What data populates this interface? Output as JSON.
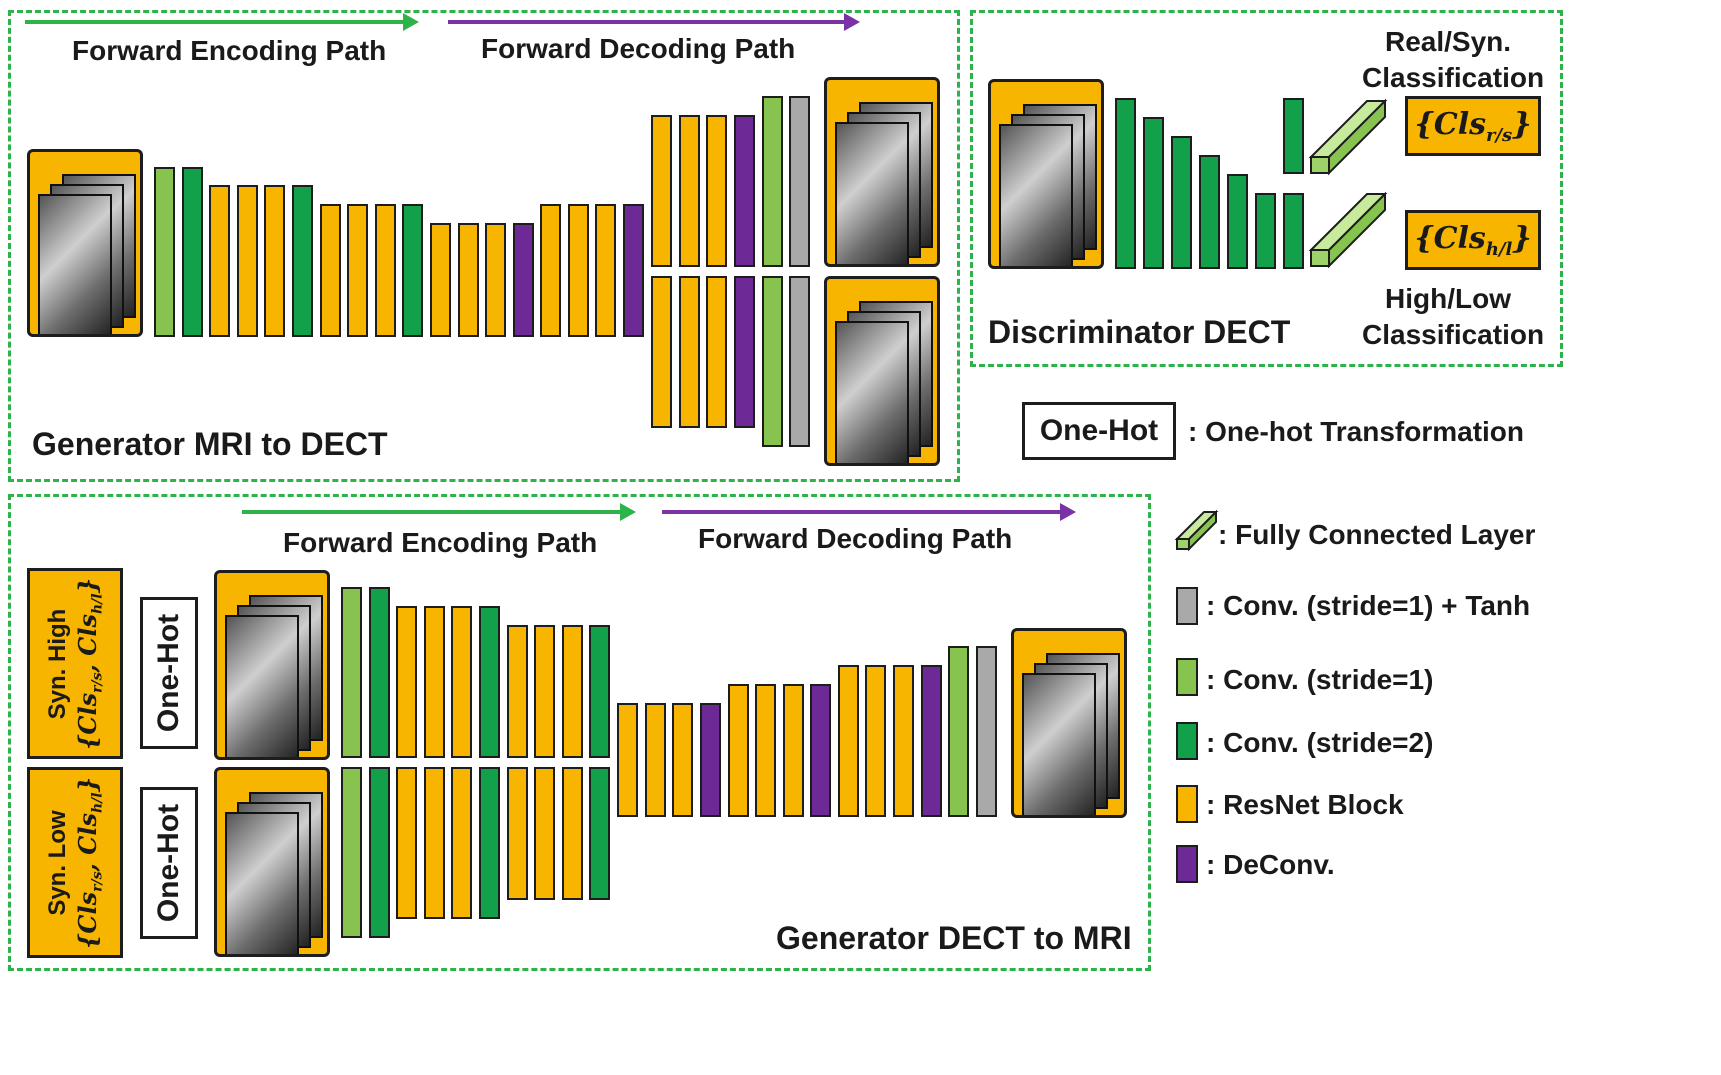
{
  "colors": {
    "panel_border": "#2db34a",
    "encoding_arrow": "#2db34a",
    "decoding_arrow": "#7a33a6",
    "resnet_block": "#f7b500",
    "conv_stride1": "#86c34f",
    "conv_stride2": "#12a04a",
    "deconv": "#6d2a96",
    "conv_tanh": "#a9a9a9",
    "fully_connected": "#9ed36a"
  },
  "gen_mri_to_dect": {
    "title": "Generator MRI to DECT",
    "encoding_label": "Forward Encoding Path",
    "decoding_label": "Forward Decoding Path"
  },
  "discriminator": {
    "title": "Discriminator DECT",
    "real_syn_label_line1": "Real/Syn.",
    "real_syn_label_line2": "Classification",
    "high_low_label_line1": "High/Low",
    "high_low_label_line2": "Classification",
    "cls_rs": {
      "base": "Cls",
      "sub": "r/s"
    },
    "cls_hl": {
      "base": "Cls",
      "sub": "h/l"
    }
  },
  "gen_dect_to_mri": {
    "title": "Generator DECT to MRI",
    "encoding_label": "Forward Encoding Path",
    "decoding_label": "Forward Decoding Path",
    "input_high": {
      "line1": "Syn. High",
      "cls1": "Cls",
      "sub1": "r/s",
      "cls2": "Cls",
      "sub2": "h/l"
    },
    "input_low": {
      "line1": "Syn. Low",
      "cls1": "Cls",
      "sub1": "r/s",
      "cls2": "Cls",
      "sub2": "h/l"
    },
    "onehot_label": "One-Hot"
  },
  "legend": {
    "onehot_box": "One-Hot",
    "onehot_desc": ": One-hot Transformation",
    "fc": ": Fully Connected Layer",
    "conv_tanh": ": Conv. (stride=1) + Tanh",
    "conv_s1": ": Conv. (stride=1)",
    "conv_s2": ": Conv. (stride=2)",
    "resnet": ": ResNet Block",
    "deconv": ": DeConv."
  }
}
